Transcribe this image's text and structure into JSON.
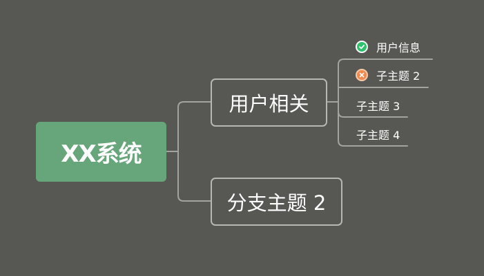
{
  "root": {
    "label": "XX系统"
  },
  "branches": [
    {
      "label": "用户相关",
      "children": [
        {
          "label": "用户信息",
          "marker": "check-icon"
        },
        {
          "label": "子主题 2",
          "marker": "cancel-icon"
        },
        {
          "label": "子主题 3"
        },
        {
          "label": "子主题 4"
        }
      ]
    },
    {
      "label": "分支主题 2"
    }
  ],
  "colors": {
    "background": "#575854",
    "root_fill": "#67a57a",
    "connector": "#a3a4a0",
    "check_marker": "#2cc36a",
    "cancel_marker": "#ee8a50"
  }
}
